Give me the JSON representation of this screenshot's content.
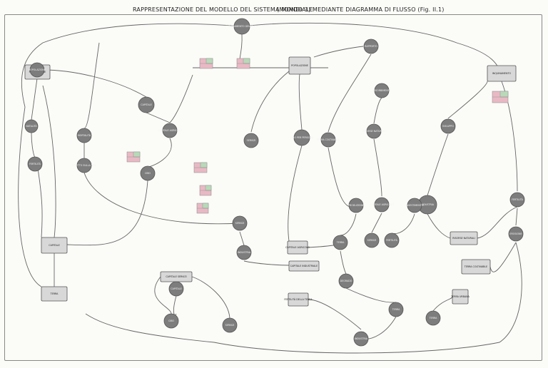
{
  "title": {
    "left": "RAPPRESENTAZIONE DEL MODELLO DEL SISTEMA MONDIALE",
    "right": "(MONDO 3) MEDIANTE DIAGRAMMA DI FLUSSO (Fig. II.1)"
  },
  "colors": {
    "node_fill": "#7d7d7d",
    "node_stroke": "#555555",
    "level_fill": "#d8d8d8",
    "level_stroke": "#555555",
    "line": "#666666",
    "table_pink": "#e8b9c4",
    "table_green": "#b9d9b9"
  },
  "nodes": [
    {
      "id": "n_inq_centre",
      "label": "INQUINAMENTO GENERATO"
    },
    {
      "id": "n_rate_top",
      "label": "RAPPORTO"
    },
    {
      "id": "n_pop_left",
      "label": "POPOLAZIONE"
    },
    {
      "id": "n_nat",
      "label": "NATALITÀ"
    },
    {
      "id": "n_mort",
      "label": "MORTALITÀ"
    },
    {
      "id": "n_fertil",
      "label": "FERTILITÀ"
    },
    {
      "id": "n_eff_vita",
      "label": "EFFETTO SULLA VITA"
    },
    {
      "id": "n_capitale",
      "label": "CAPITALE"
    },
    {
      "id": "n_cap_agr",
      "label": "CAPITALE AGRICOLO"
    },
    {
      "id": "n_servizi",
      "label": "SERVIZI"
    },
    {
      "id": "n_cibo",
      "label": "CIBO PER PERSONA"
    },
    {
      "id": "n_terra",
      "label": "TERRA COLTIVABILE"
    },
    {
      "id": "n_risorse",
      "label": "RISORSE NATURALI"
    },
    {
      "id": "n_ind",
      "label": "INDUSTRIA"
    },
    {
      "id": "n_inq_assorb",
      "label": "ASSORBIMENTO"
    },
    {
      "id": "n_mid1",
      "label": "PRODUZIONE"
    },
    {
      "id": "n_mid2",
      "label": "CAPITALE AGRICOLO"
    },
    {
      "id": "n_mid3",
      "label": "INVESTIMENTO"
    },
    {
      "id": "n_right1",
      "label": "SVILUPPO"
    },
    {
      "id": "n_right2",
      "label": "FERTILITÀ"
    },
    {
      "id": "n_right3",
      "label": "EROSIONE"
    },
    {
      "id": "n_low1",
      "label": "CIBO"
    },
    {
      "id": "n_low2",
      "label": "SERVIZI"
    },
    {
      "id": "n_low3",
      "label": "INDUSTRIA"
    },
    {
      "id": "n_low4",
      "label": "TERRA"
    },
    {
      "id": "n_low5",
      "label": "SERVIZI"
    },
    {
      "id": "n_low6",
      "label": "FERTILITÀ"
    },
    {
      "id": "n_low7",
      "label": "DEGRADO"
    },
    {
      "id": "n_low8",
      "label": "TERRA"
    },
    {
      "id": "n_bot1",
      "label": "CIBO"
    },
    {
      "id": "n_bot2",
      "label": "CAPITALE"
    },
    {
      "id": "n_bot3",
      "label": "SERVIZI"
    },
    {
      "id": "n_bot4",
      "label": "INDUSTRIA"
    },
    {
      "id": "n_bot5",
      "label": "TERRA"
    }
  ],
  "levels": [
    {
      "id": "l_inquinamento",
      "label": "INQUINAMENTO"
    },
    {
      "id": "l_pop_top",
      "label": "POPOLAZIONE"
    },
    {
      "id": "l_pop_left",
      "label": "POPOLAZIONE"
    },
    {
      "id": "l_cap_ind",
      "label": "CAPITALE INDUSTRIALE"
    },
    {
      "id": "l_cap_serv",
      "label": "CAPITALE SERVIZI"
    },
    {
      "id": "l_terra",
      "label": "TERRA COLTIVABILE"
    },
    {
      "id": "l_risorse",
      "label": "RISORSE NATURALI"
    },
    {
      "id": "l_cap_agr",
      "label": "CAPITALE AGRICOLO"
    },
    {
      "id": "l_fertil",
      "label": "FERTILITÀ DELLA TERRA"
    },
    {
      "id": "l_terra_urb",
      "label": "TERRA URBANA"
    },
    {
      "id": "l_capitale_low",
      "label": "CAPITALE"
    },
    {
      "id": "l_terra_low",
      "label": "TERRA"
    }
  ]
}
